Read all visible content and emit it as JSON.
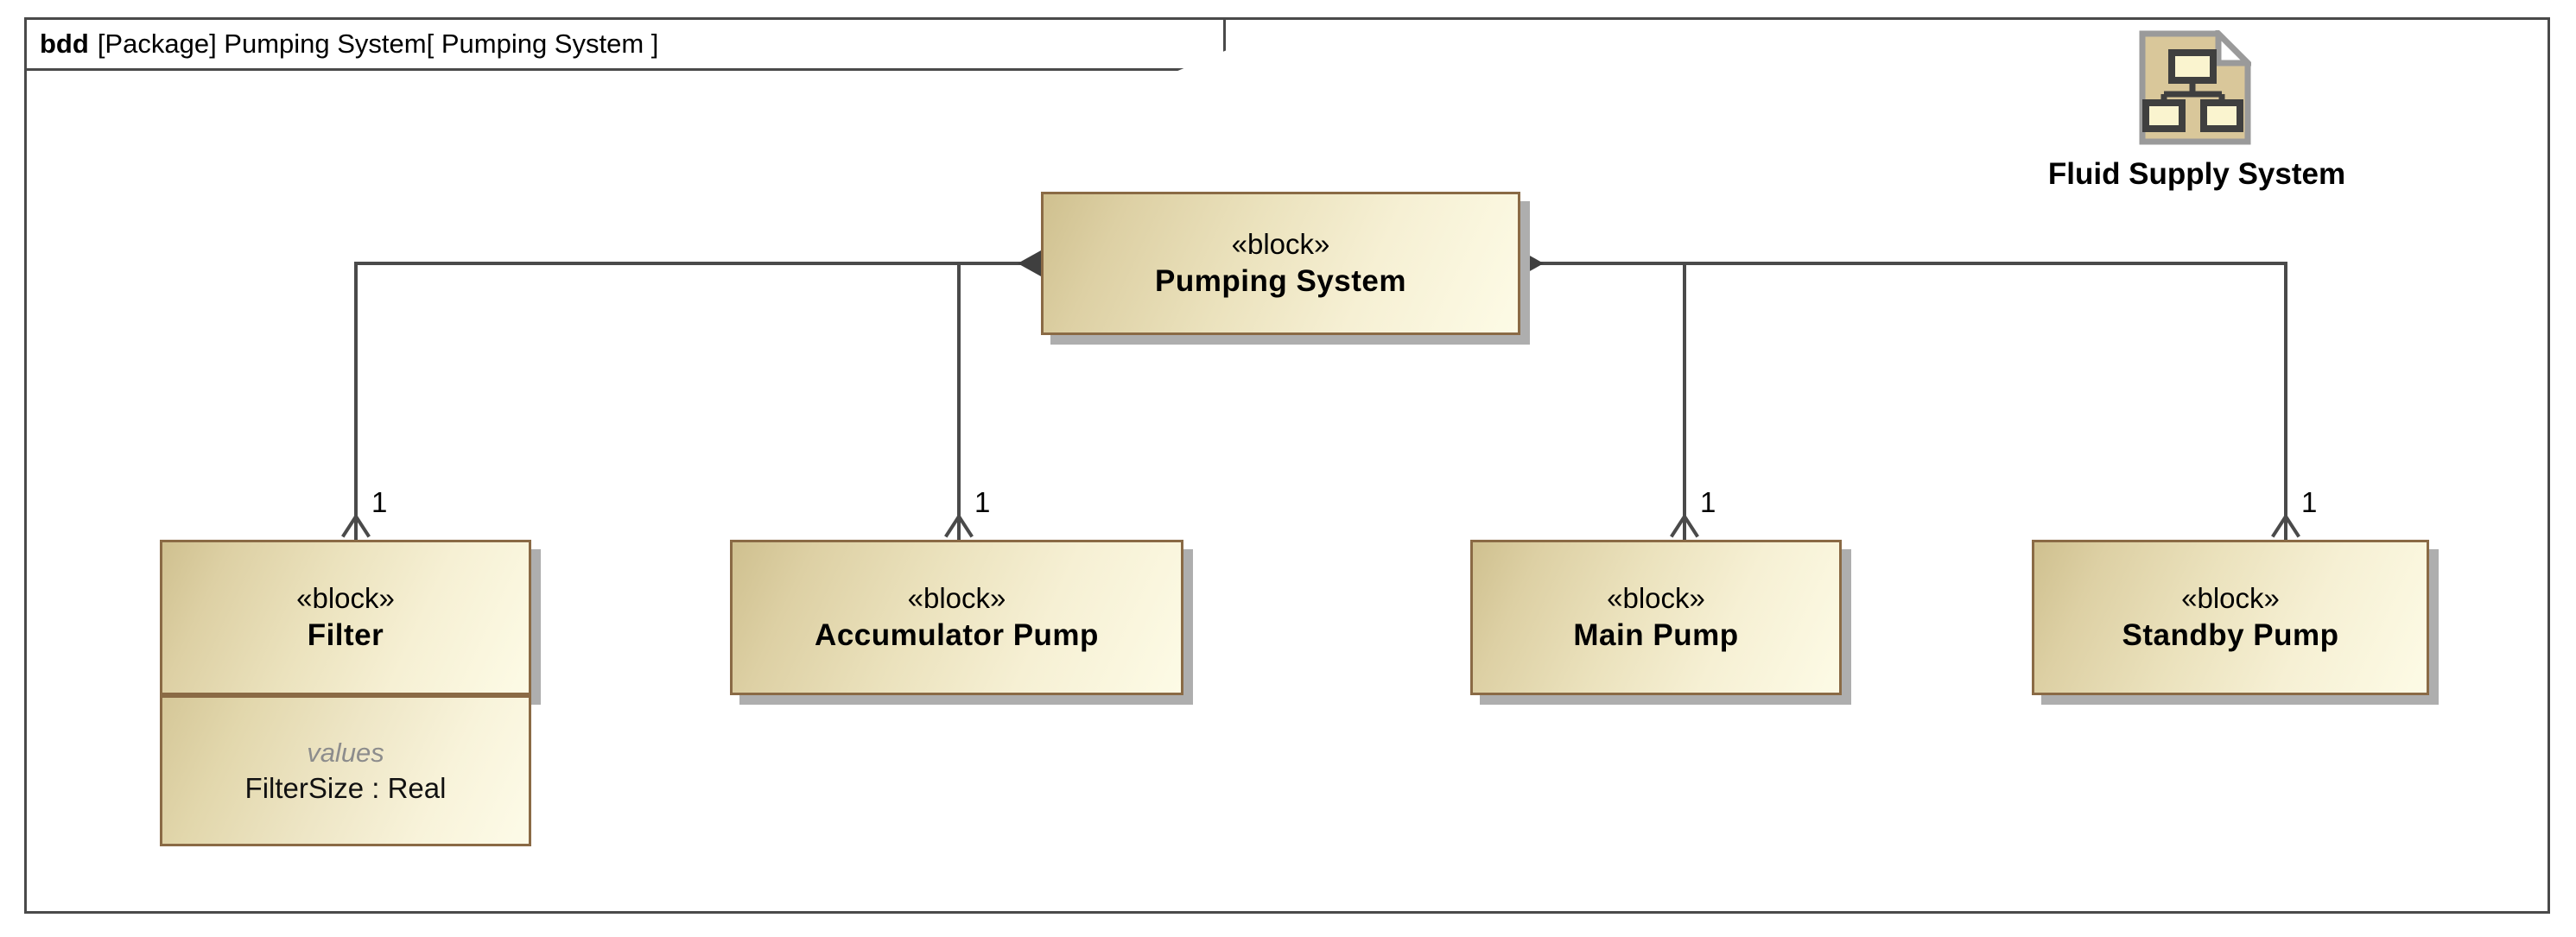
{
  "diagram": {
    "kind": "bdd",
    "header_rest": "[Package] Pumping System[ Pumping System ]",
    "frame_border_color": "#4a4a4a",
    "block_border_color": "#8a6a45",
    "block_fill_light": "#fdfbe6",
    "block_fill_dark": "#cfc08f",
    "shadow_color": "#aeaeae",
    "connector_color": "#4a4a4a"
  },
  "root_block": {
    "stereotype": "«block»",
    "name": "Pumping System"
  },
  "children": [
    {
      "stereotype": "«block»",
      "name": "Filter",
      "multiplicity": "1",
      "values_label": "values",
      "values_entry": "FilterSize : Real"
    },
    {
      "stereotype": "«block»",
      "name": "Accumulator Pump",
      "multiplicity": "1"
    },
    {
      "stereotype": "«block»",
      "name": "Main Pump",
      "multiplicity": "1"
    },
    {
      "stereotype": "«block»",
      "name": "Standby Pump",
      "multiplicity": "1"
    }
  ],
  "diagram_reference": {
    "icon": "diagram-page-icon",
    "label": "Fluid Supply System"
  }
}
